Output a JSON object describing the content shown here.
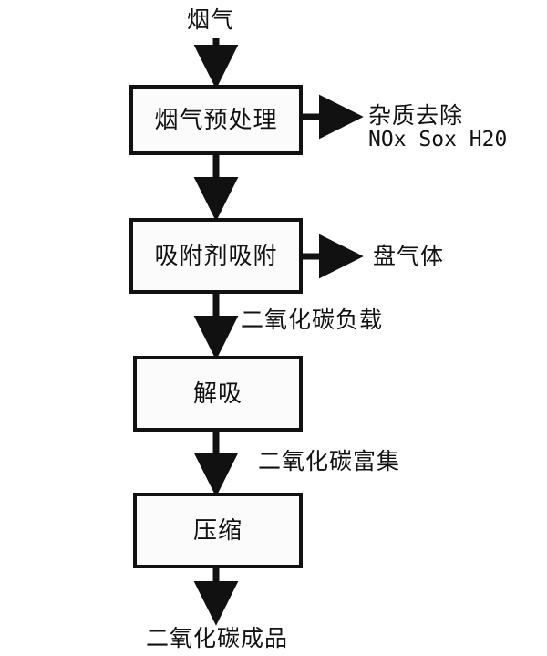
{
  "diagram": {
    "title_label": "烟气",
    "type": "flowchart",
    "orientation": "vertical",
    "background_color": "#ffffff",
    "line_color": "#111111",
    "box_fill_color": "#fbfbfb",
    "nodes": [
      {
        "id": "pretreatment",
        "label": "烟气预处理"
      },
      {
        "id": "adsorption",
        "label": "吸附剂吸附"
      },
      {
        "id": "desorption",
        "label": "解吸"
      },
      {
        "id": "compression",
        "label": "压缩"
      }
    ],
    "side_outputs": [
      {
        "id": "impurities",
        "line1": "杂质去除",
        "line2": "NOx  Sox  H20"
      },
      {
        "id": "lean-gas",
        "line1": "盘气体",
        "line2": ""
      }
    ],
    "edge_labels": [
      {
        "id": "co2-loaded",
        "label": "二氧化碳负载"
      },
      {
        "id": "co2-enriched",
        "label": "二氧化碳富集"
      }
    ],
    "inlet_label": "烟气",
    "outlet_label": "二氧化碳成品"
  }
}
